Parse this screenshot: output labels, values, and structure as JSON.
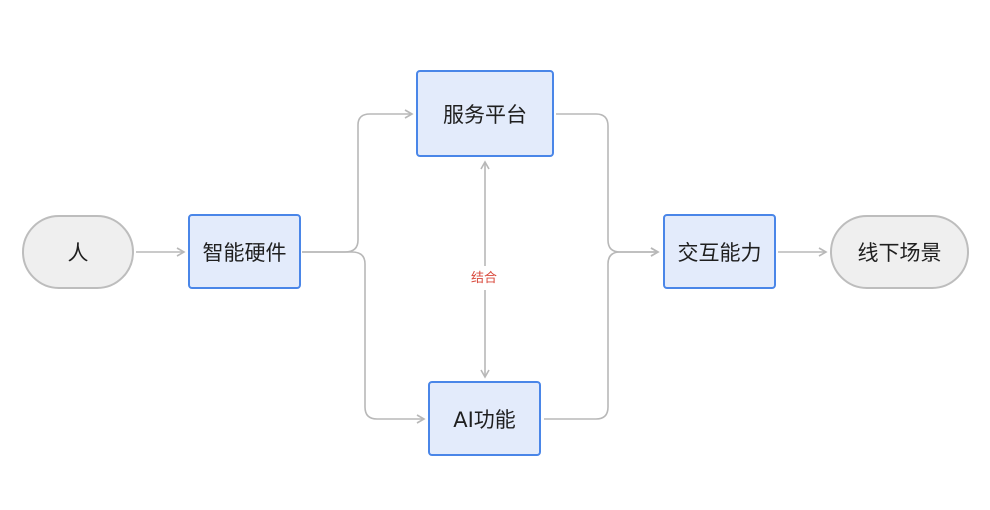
{
  "nodes": {
    "person": "人",
    "smart_hardware": "智能硬件",
    "service_platform": "服务平台",
    "ai_function": "AI功能",
    "interaction": "交互能力",
    "offline_scene": "线下场景"
  },
  "edge_labels": {
    "combine": "结合"
  },
  "colors": {
    "box_fill": "#e3ebfb",
    "box_border": "#4a86e8",
    "pill_fill": "#efefef",
    "pill_border": "#bdbdbd",
    "edge": "#b8b8b8",
    "label": "#d94a3d"
  }
}
